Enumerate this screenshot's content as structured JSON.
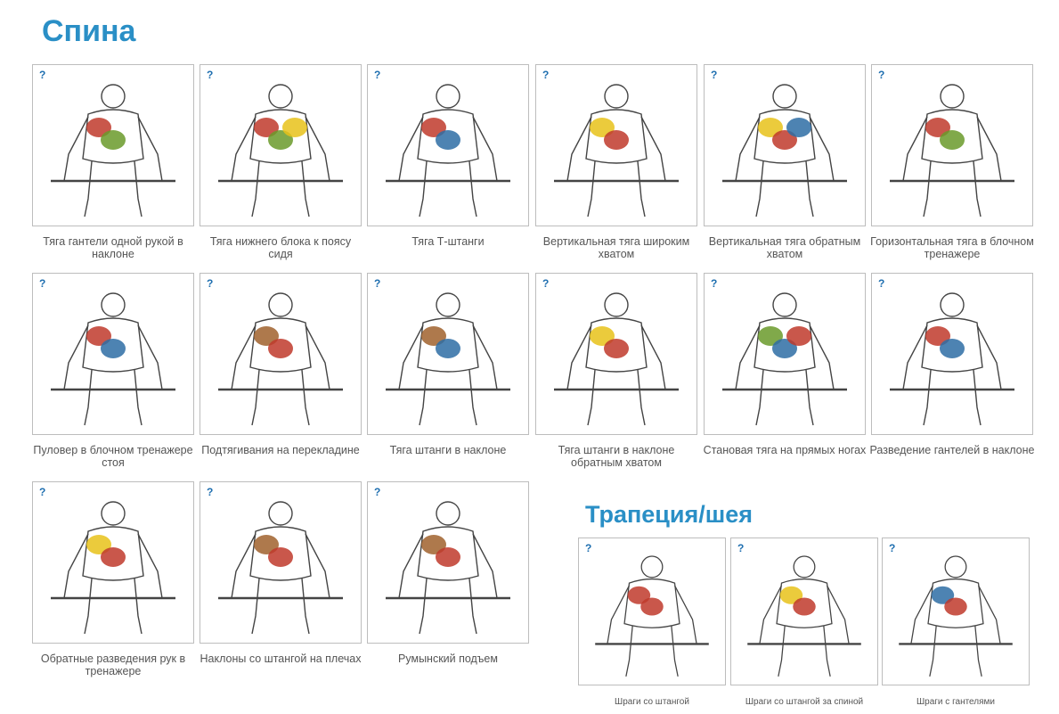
{
  "sections": {
    "back": {
      "title": "Спина",
      "exercises": [
        "Тяга гантели одной рукой в наклоне",
        "Тяга нижнего блока к поясу сидя",
        "Тяга Т-штанги",
        "Вертикальная тяга широким хватом",
        "Вертикальная тяга обратным хватом",
        "Горизонтальная тяга в блочном тренажере",
        "Пуловер в блочном тренажере стоя",
        "Подтягивания на перекладине",
        "Тяга штанги в наклоне",
        "Тяга штанги в наклоне обратным хватом",
        "Становая тяга на прямых ногах",
        "Разведение гантелей в наклоне",
        "Обратные разведения рук в тренажере",
        "Наклоны со штангой на плечах",
        "Румынский подъем"
      ]
    },
    "traps": {
      "title": "Трапеция/шея",
      "exercises": [
        "Шраги со штангой",
        "Шраги со штангой за спиной",
        "Шраги с гантелями"
      ]
    }
  },
  "help_marker": "?",
  "colors": {
    "accent": "#2a8fc6",
    "help": "#1f6fb0",
    "muscle_red": "#c0392b",
    "muscle_blue": "#2e6da4",
    "muscle_yellow": "#e8c21a",
    "muscle_green": "#6a9a2a",
    "muscle_brown": "#a0622d"
  }
}
